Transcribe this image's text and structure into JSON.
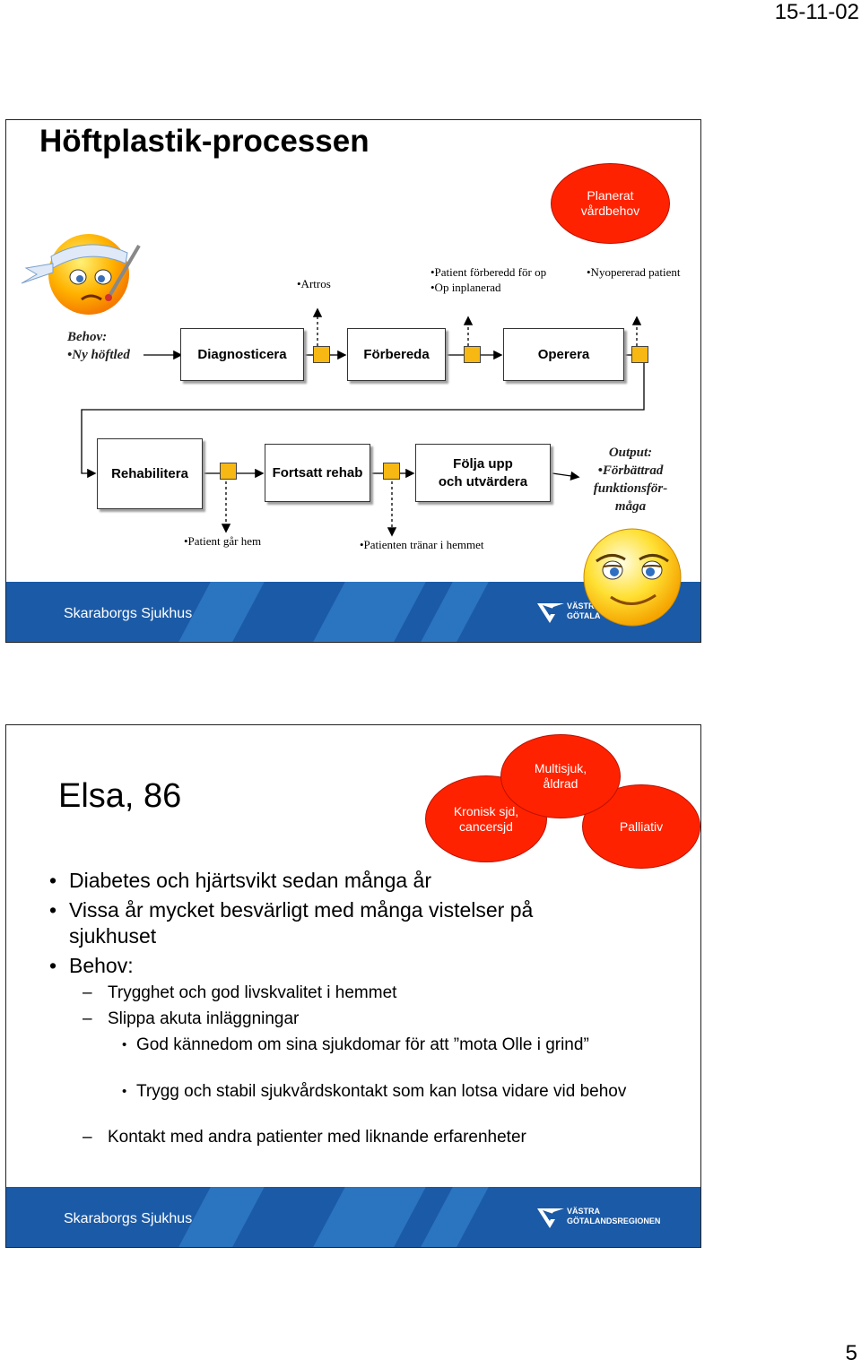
{
  "page": {
    "date": "15-11-02",
    "number": "5"
  },
  "slide1": {
    "title": "Höftplastik-processen",
    "oval_planned": "Planerat vårdbehov",
    "notes_top": {
      "artros": "•Artros",
      "prepared": "•Patient förberedd för op",
      "planned": "•Op inplanerad",
      "operated": "•Nyopererad patient"
    },
    "need": {
      "line1": "Behov:",
      "line2": "•Ny höftled"
    },
    "row1": {
      "diagnose": "Diagnosticera",
      "prepare": "Förbereda",
      "operate": "Operera"
    },
    "row2": {
      "rehab": "Rehabilitera",
      "continued": "Fortsatt rehab",
      "follow_line1": "Följa upp",
      "follow_line2": "och utvärdera"
    },
    "output": {
      "line1": "Output:",
      "line2": "•Förbättrad",
      "line3": "funktionsför-",
      "line4": "måga"
    },
    "notes_bottom": {
      "home": "•Patient går hem",
      "trains": "•Patienten tränar i hemmet"
    },
    "footer": {
      "hospital": "Skaraborgs Sjukhus",
      "region_line1": "VÄSTRA",
      "region_line2": "GÖTALA"
    }
  },
  "slide2": {
    "title": "Elsa, 86",
    "ovals": {
      "chronic": "Kronisk sjd, cancersjd",
      "multi": "Multisjuk, åldrad",
      "palliative": "Palliativ"
    },
    "bullets": {
      "b1": "Diabetes och hjärtsvikt sedan många år",
      "b2_line1": "Vissa år mycket besvärligt med många vistelser på",
      "b2_line2": "sjukhuset",
      "b3": "Behov:",
      "s1": "Trygghet och god livskvalitet i hemmet",
      "s2": "Slippa akuta inläggningar",
      "t1": "God kännedom om sina sjukdomar för att ”mota Olle i grind”",
      "t2": "Trygg och stabil sjukvårdskontakt som kan lotsa vidare vid behov",
      "s3": "Kontakt med andra patienter med liknande erfarenheter"
    },
    "footer": {
      "hospital": "Skaraborgs Sjukhus",
      "region_line1": "VÄSTRA",
      "region_line2": "GÖTALANDSREGIONEN"
    }
  },
  "colors": {
    "footer_blue": "#1b5aa6",
    "oval_red": "#ff2200",
    "square_orange": "#f7b813"
  },
  "icons": [
    "sick-face-icon",
    "happy-face-icon",
    "vgr-logo-icon"
  ]
}
